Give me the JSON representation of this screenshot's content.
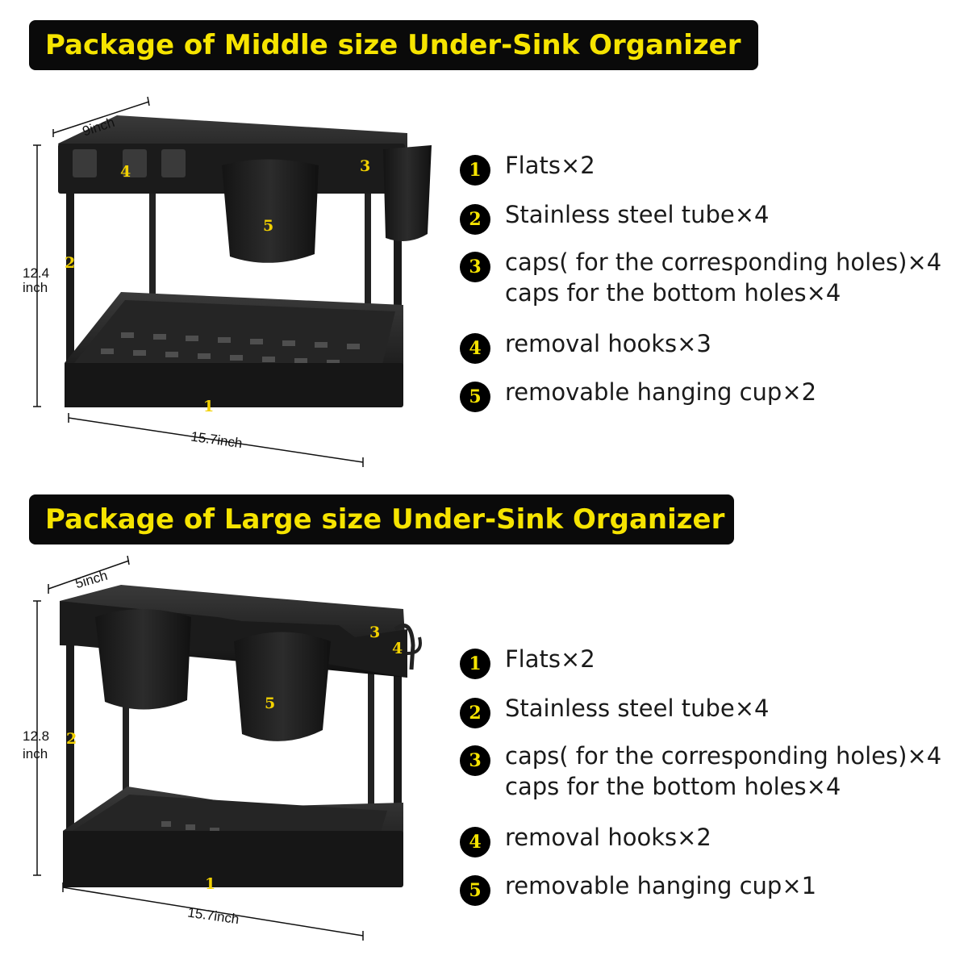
{
  "sections": [
    {
      "banner": "Package of Middle size Under-Sink Organizer",
      "dims": {
        "width": "9inch",
        "height": "12.4\ninch",
        "length": "15.7inch"
      },
      "markers": [
        "1",
        "2",
        "3",
        "4",
        "5"
      ],
      "items": [
        {
          "num": "1",
          "text": "Flats×2"
        },
        {
          "num": "2",
          "text": "Stainless steel tube×4"
        },
        {
          "num": "3",
          "text": "caps( for the corresponding holes)×4",
          "sub": "caps for the bottom holes×4"
        },
        {
          "num": "4",
          "text": "removal hooks×3"
        },
        {
          "num": "5",
          "text": "removable hanging cup×2"
        }
      ]
    },
    {
      "banner": "Package of Large size Under-Sink Organizer",
      "dims": {
        "width": "5inch",
        "height": "12.8\ninch",
        "length": "15.7inch"
      },
      "markers": [
        "1",
        "2",
        "3",
        "4",
        "5"
      ],
      "items": [
        {
          "num": "1",
          "text": "Flats×2"
        },
        {
          "num": "2",
          "text": "Stainless steel tube×4"
        },
        {
          "num": "3",
          "text": "caps( for the corresponding holes)×4",
          "sub": "caps for the bottom holes×4"
        },
        {
          "num": "4",
          "text": "removal hooks×2"
        },
        {
          "num": "5",
          "text": "removable hanging cup×1"
        }
      ]
    }
  ],
  "colors": {
    "banner_bg": "#0a0a0a",
    "banner_text": "#f6e400",
    "marker": "#f2d100",
    "product": "#1e1e1e"
  }
}
